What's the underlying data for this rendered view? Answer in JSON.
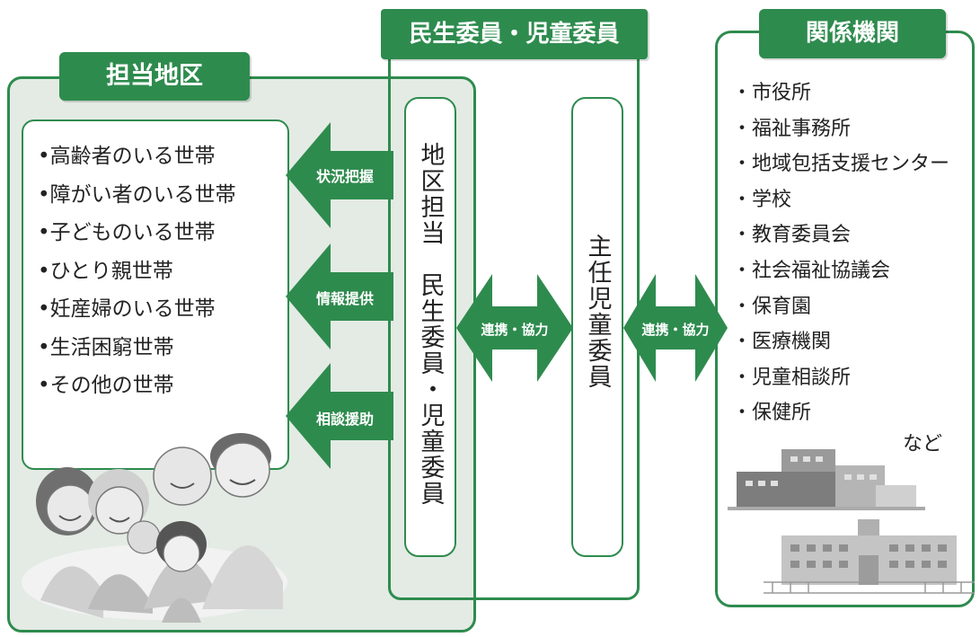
{
  "district": {
    "title": "担当地区",
    "items": [
      "•高齢者のいる世帯",
      "•障がい者のいる世帯",
      "•子どものいる世帯",
      "•ひとり親世帯",
      "•妊産婦のいる世帯",
      "•生活困窮世帯",
      "•その他の世帯"
    ]
  },
  "actions": [
    "状況把握",
    "情報提供",
    "相談援助"
  ],
  "committee": {
    "title": "民生委員・児童委員",
    "district_member": "地区担当　民生委員・児童委員",
    "chief_member": "主任児童委員"
  },
  "links": [
    "連携・協力",
    "連携・協力"
  ],
  "agencies": {
    "title": "関係機関",
    "items": [
      "・市役所",
      "・福祉事務所",
      "・地域包括支援センター",
      "・学校",
      "・教育委員会",
      "・社会福祉協議会",
      "・保育園",
      "・医療機関",
      "・児童相談所",
      "・保健所"
    ],
    "etc": "など"
  },
  "colors": {
    "green": "#2e8b4e",
    "district_bg": "#e3ebe4"
  }
}
